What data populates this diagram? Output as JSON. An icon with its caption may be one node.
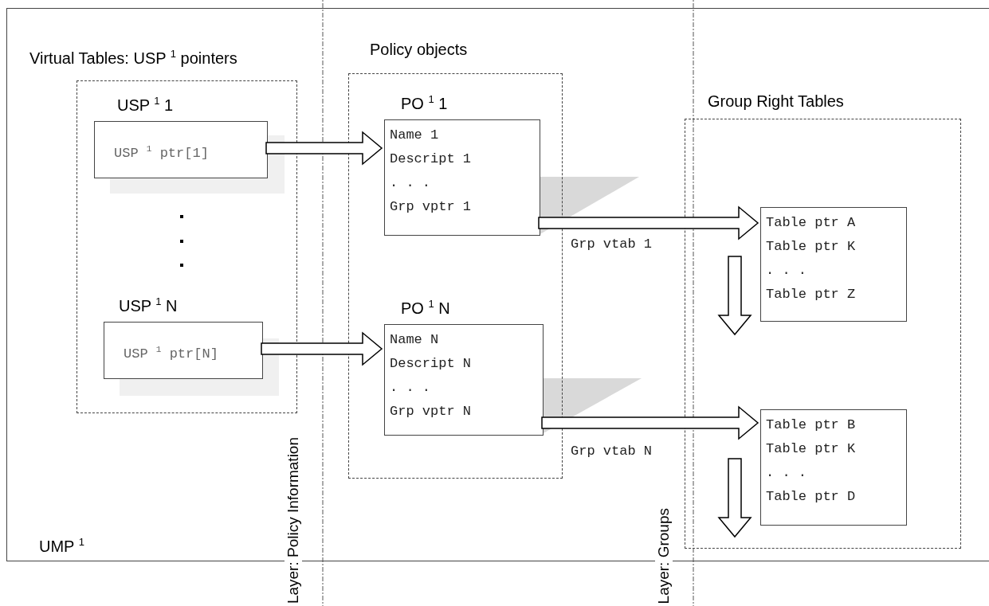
{
  "diagram": {
    "nodes": [
      {
        "text": [
          "UMP $^{1}$"
        ]
      },
      {
        "text": [
          "Virtual Tables: USP $^{1}$ pointers"
        ],
        "in": 0
      },
      {
        "text": [
          "USP $^{1}$ 1",
          "USP $^{1}$ ptr[1]"
        ],
        "in": 1
      },
      {
        "text": [
          "USP $^{1}$ N",
          "USP $^{1}$ ptr[N]"
        ],
        "in": 1
      },
      {
        "text": [
          "Policy objects"
        ],
        "in": 0
      },
      {
        "text": [
          "PO $^{1}$ 1",
          "Name 1",
          "Descript 1",
          ". . .",
          "Grp vptr 1"
        ],
        "in": 4
      },
      {
        "text": [
          "PO $^{1}$ N",
          "Name N",
          "Descript N",
          ". . .",
          "Grp vptr N"
        ],
        "in": 4
      },
      {
        "text": [
          "Group Right Tables"
        ],
        "in": 0
      },
      {
        "text": [
          "Table ptr A",
          "Table ptr K",
          ". . .",
          "Table ptr Z"
        ],
        "in": 7
      },
      {
        "text": [
          "Table ptr B",
          "Table ptr K",
          ". . .",
          "Table ptr D"
        ],
        "in": 7
      }
    ],
    "edges": [
      {
        "from": 2,
        "to": 5,
        "arrow": "to"
      },
      {
        "from": 3,
        "to": 6,
        "arrow": "to"
      },
      {
        "from": 5,
        "to": 8,
        "arrow": "to",
        "label": "Grp vtab 1"
      },
      {
        "from": 6,
        "to": 9,
        "arrow": "to",
        "label": "Grp vtab N"
      },
      {
        "from": 8,
        "to": null,
        "arrow": "to"
      },
      {
        "from": 9,
        "to": null,
        "arrow": "to"
      }
    ],
    "labels": [
      "Layer: Policy Information",
      "Layer: Groups"
    ]
  }
}
